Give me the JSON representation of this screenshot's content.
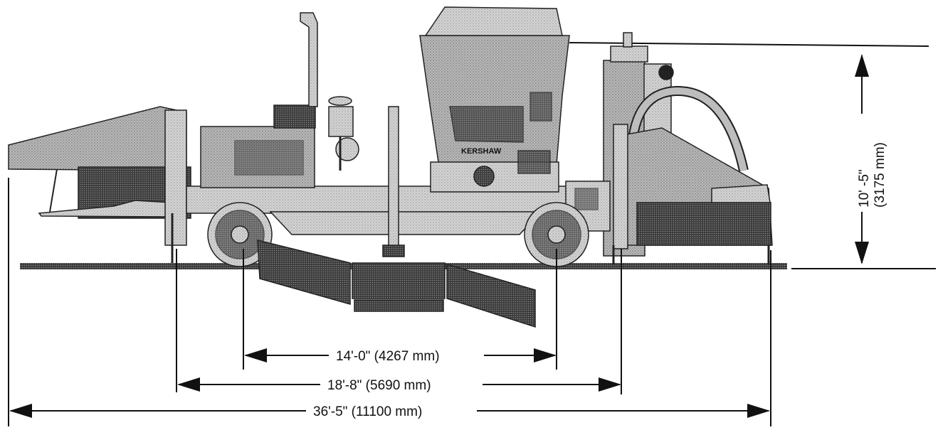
{
  "diagram": {
    "brand": "KERSHAW",
    "dimensions": {
      "height": {
        "imperial": "10' -5\"",
        "metric": "(3175 mm)"
      },
      "wheelbase": {
        "label": "14'-0\" (4267 mm)"
      },
      "track_span": {
        "label": "18'-8\" (5690 mm)"
      },
      "overall_length": {
        "label": "36'-5\" (11100 mm)"
      }
    }
  }
}
